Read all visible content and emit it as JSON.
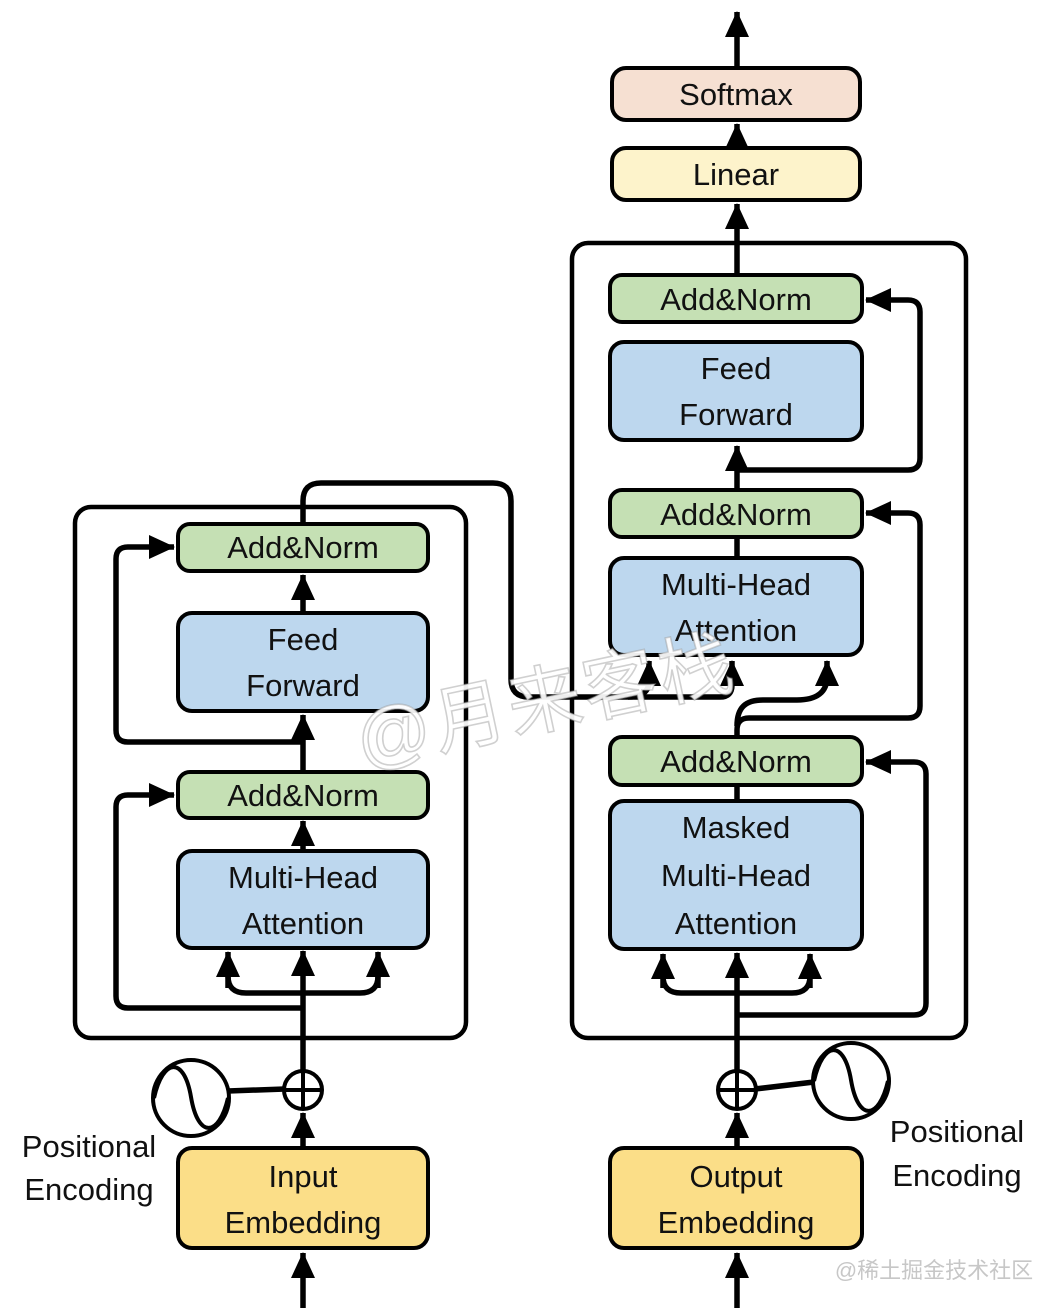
{
  "colors": {
    "add_norm_fill": "#c5e0b4",
    "attention_fill": "#bdd7ee",
    "feed_forward_fill": "#bdd7ee",
    "embedding_fill": "#fbde88",
    "linear_fill": "#fdf3cb",
    "softmax_fill": "#f6e0d2",
    "line_color": "#000000",
    "watermark_color": "#c7c7c7"
  },
  "nodes": {
    "softmax": {
      "label": "Softmax"
    },
    "linear": {
      "label": "Linear"
    },
    "add_norm": {
      "label": "Add&Norm"
    },
    "feed_forward": {
      "lines": [
        "Feed",
        "Forward"
      ]
    },
    "multi_head_attention": {
      "lines": [
        "Multi-Head",
        "Attention"
      ]
    },
    "masked_multi_head_attention": {
      "lines": [
        "Masked",
        "Multi-Head",
        "Attention"
      ]
    },
    "input_embedding": {
      "lines": [
        "Input",
        "Embedding"
      ]
    },
    "output_embedding": {
      "lines": [
        "Output",
        "Embedding"
      ]
    }
  },
  "annotations": {
    "positional_encoding_left": {
      "lines": [
        "Positional",
        "Encoding"
      ]
    },
    "positional_encoding_right": {
      "lines": [
        "Positional",
        "Encoding"
      ]
    }
  },
  "watermarks": {
    "center": "@月来客栈",
    "bottom_right": "@稀土掘金技术社区"
  }
}
